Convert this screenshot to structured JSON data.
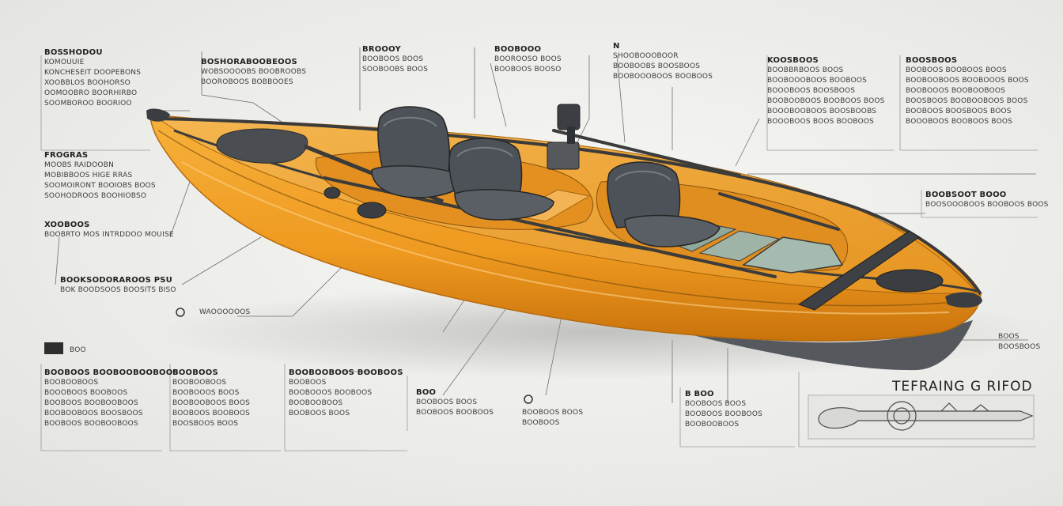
{
  "labels": [
    {
      "id": "tl1",
      "lines": [
        "BOSSHODOU",
        "KOMOUUIE",
        "KONCHESEIT DOOPEBONS",
        "XOOBBLOS BOOHORSO",
        "OOMOOBRO BOORHIRBO",
        "SOOMBOROO BOORIOO"
      ]
    },
    {
      "id": "tl2",
      "lines": [
        "FROGRAS",
        "MOOBS RAIDOOBN",
        "MOBIBBOOS HIGE RRAS",
        "SOOMOIRONT BOOIOBS BOOS",
        "SOOHODROOS BOOHIOBSO"
      ]
    },
    {
      "id": "tl3",
      "lines": [
        "XOOBOOS",
        "BOOBRTO MOS INTRDDOO MOUISE"
      ]
    },
    {
      "id": "tl4",
      "lines": [
        "BOOKSODORAROOS PSU",
        "BOK BOODSOOS BOOSITS BISO"
      ]
    },
    {
      "id": "tl5",
      "lines": [
        "WAOOOOOOS"
      ]
    },
    {
      "id": "t1",
      "lines": [
        "BOSHORABOOBEOOS",
        "WOBSOOOOBS BOOBROOBS",
        "BOOROBOOS BOBBOOES"
      ]
    },
    {
      "id": "t2",
      "lines": [
        "BROOOY",
        "BOOBOOS BOOS",
        "SOOBOOBS BOOS"
      ]
    },
    {
      "id": "t3",
      "lines": [
        "BOOBOOO",
        "BOOROOSO BOOS",
        "BOOBOOS BOOSO"
      ]
    },
    {
      "id": "t4",
      "lines": [
        "N",
        "SHOOBOOOBOOR",
        "BOOBOOBS BOOSBOOS",
        "BOOBOOOBOOS BOOBOOS"
      ]
    },
    {
      "id": "tr1",
      "lines": [
        "KOOSBOOS",
        "BOOBBRBOOS BOOS",
        "BOOBOOOBOOS BOOBOOS",
        "BOOOBOOS BOOSBOOS",
        "BOOBOOBOOS BOOBOOS BOOS",
        "BOOOBOOBOOS BOOSBOOBS",
        "BOOOBOOS BOOS BOOBOOS"
      ]
    },
    {
      "id": "tr2",
      "lines": [
        "BOOSBOOS",
        "BOOBOOS BOOBOOS BOOS",
        "BOOBOOBOOS BOOBOOOS BOOS",
        "BOOBOOOS BOOBOOBOOS",
        "BOOSBOOS BOOBOOBOOS BOOS",
        "BOOBOOS BOOSBOOS BOOS",
        "BOOOBOOS BOOBOOS BOOS"
      ]
    },
    {
      "id": "r1",
      "lines": [
        "BOOBSOOT BOOO",
        "BOOSOOOBOOS BOOBOOS BOOS"
      ]
    },
    {
      "id": "r2",
      "lines": [
        "BOOS",
        "BOOSBOOS"
      ]
    },
    {
      "id": "b1",
      "lines": [
        "BOOBOOS BOOBOOBOOBOOS",
        "BOOBOOBOOS",
        "BOOOBOOS BOOBOOS",
        "BOOBOOS BOOBOOBOOS",
        "BOOBOOBOOS BOOSBOOS",
        "BOOBOOS BOOBOOBOOS"
      ]
    },
    {
      "id": "b2",
      "lines": [
        "BOOBOOS",
        "BOOBOOBOOS",
        "BOOBOOOS BOOS",
        "BOOBOOBOOS BOOS",
        "BOOBOOS BOOBOOS",
        "BOOSBOOS BOOS"
      ]
    },
    {
      "id": "b3",
      "lines": [
        "BOOBOOBOOS BOOBOOS",
        "BOOBOOS",
        "BOOBOOOS BOOBOOS",
        "BOOBOOBOOS",
        "BOOBOOS BOOS"
      ]
    },
    {
      "id": "b4",
      "lines": [
        "BOO",
        "BOOBOOS BOOS",
        "BOOBOOS BOOBOOS"
      ]
    },
    {
      "id": "b5",
      "lines": [
        "BOOBOOS BOOS",
        "BOOBOOS"
      ]
    },
    {
      "id": "b6",
      "lines": [
        "B BOO",
        "BOOBOOS BOOS",
        "BOOBOOS BOOBOOS",
        "BOOBOOBOOS"
      ]
    }
  ],
  "title": "TEFRAING G RIFOD",
  "tag": "BOO",
  "colors": {
    "hull": "#f0a126",
    "hullDark": "#d97f10",
    "rim": "#3a3a3a",
    "seat": "#4f5358",
    "deck": "#a9b8ad",
    "line": "#777"
  }
}
